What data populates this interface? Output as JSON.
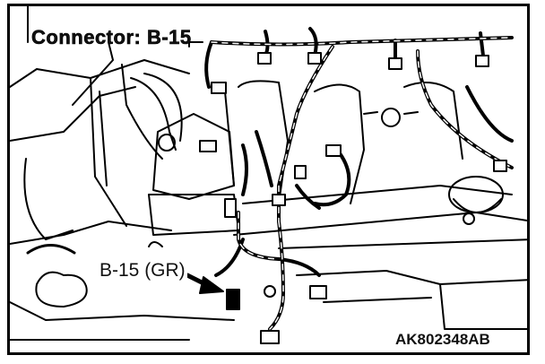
{
  "diagram": {
    "title": "Connector: B-15",
    "callout_label": "B-15 (GR)",
    "figure_code": "AK802348AB"
  },
  "colors": {
    "line": "#000000",
    "background": "#ffffff"
  }
}
